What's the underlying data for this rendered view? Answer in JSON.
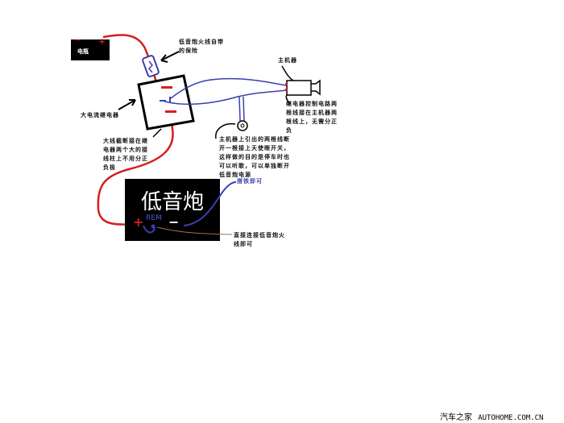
{
  "battery": {
    "label": "电瓶",
    "minus": "−",
    "plus": "+"
  },
  "fuse_note": "低音炮火线自带的保险",
  "relay_note": "大电流继电器",
  "head_unit_note": "主机器",
  "relay_control_note": "继电器控制电路两根线接在主机器两根线上，无需分正负",
  "switch_note": "主机器上引出的两根线断开一根接上天使眼开关，这样做的目的是停车时也可以听歌，可以单独断开低音炮电源",
  "big_wire_note": "大线截断接在继电器两个大的接线柱上不用分正负极",
  "subwoofer": {
    "title": "低音炮",
    "rem": "REM",
    "plus": "+",
    "minus": "−"
  },
  "ground_note": "搭铁即可",
  "power_note": "直接连接低音炮火线即可",
  "watermark": {
    "brand": "汽车之家",
    "domain": "AUTOHOME.COM.CN"
  },
  "colors": {
    "power": "#d42020",
    "signal": "#3a3fb0",
    "wire_brown": "#a0704a"
  }
}
